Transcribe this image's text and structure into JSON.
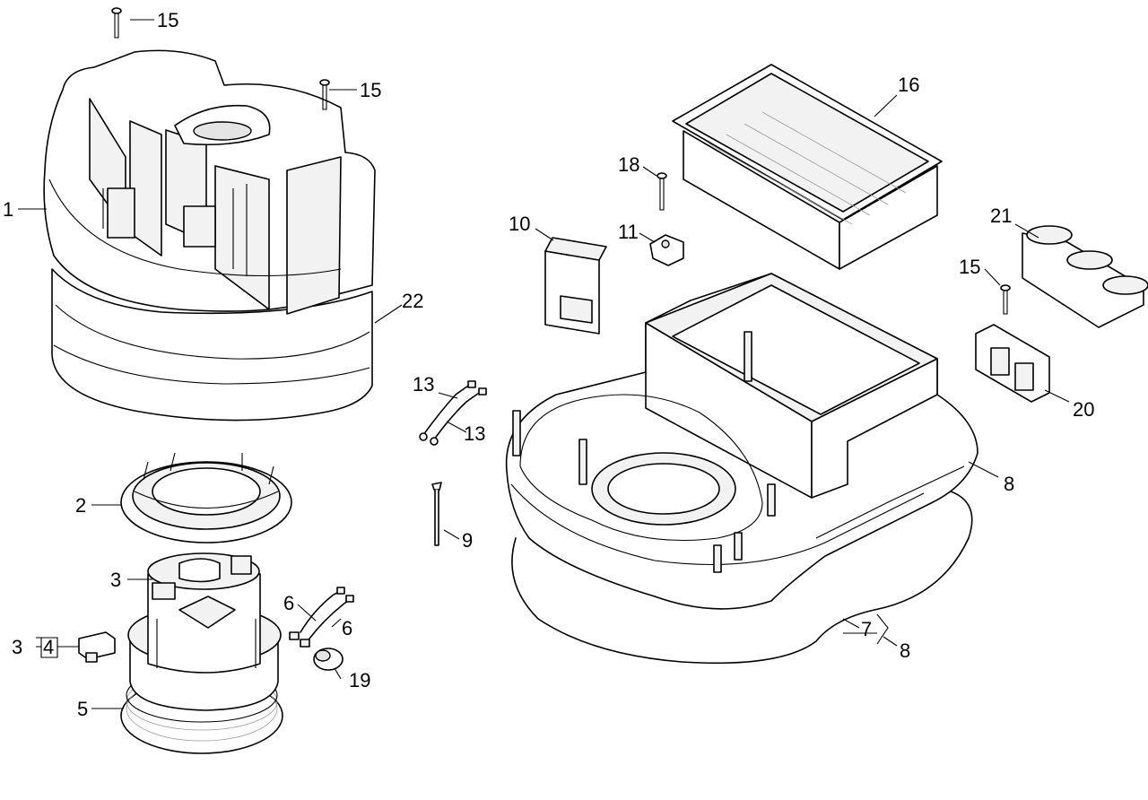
{
  "callouts": {
    "c1": "1",
    "c2": "2",
    "c3a": "3",
    "c3b": "3",
    "c4": "4",
    "c5": "5",
    "c6a": "6",
    "c6b": "6",
    "c7": "7",
    "c8a": "8",
    "c8b": "8",
    "c9": "9",
    "c10": "10",
    "c11": "11",
    "c13a": "13",
    "c13b": "13",
    "c15a": "15",
    "c15b": "15",
    "c15c": "15",
    "c16": "16",
    "c18": "18",
    "c19": "19",
    "c20": "20",
    "c21": "21",
    "c22": "22"
  }
}
